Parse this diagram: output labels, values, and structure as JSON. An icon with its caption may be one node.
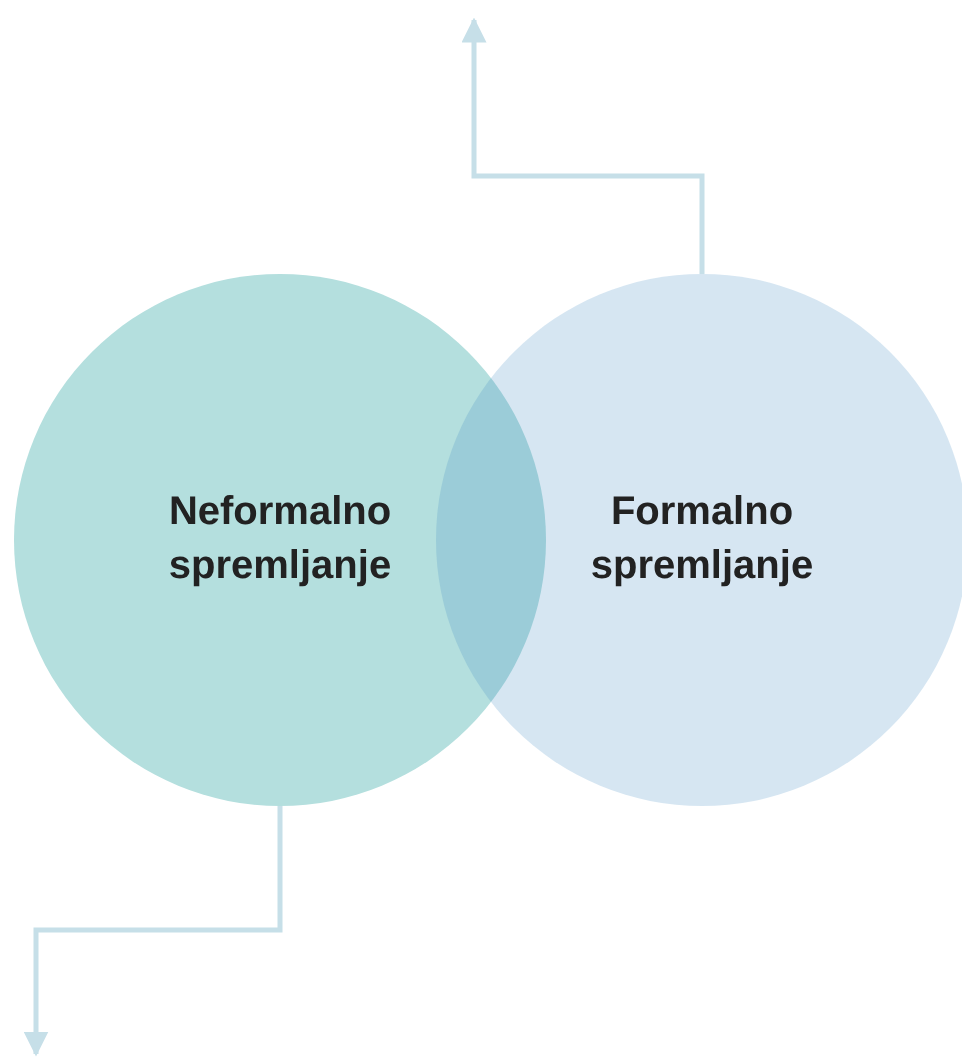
{
  "diagram": {
    "nodes": [
      {
        "text": [
          "Neformalno spremljanje"
        ]
      },
      {
        "text": [
          "Formalno spremljanje"
        ]
      }
    ],
    "edges": [
      {
        "from": 0,
        "to": null,
        "arrow": "to"
      },
      {
        "from": 1,
        "to": null,
        "arrow": "to"
      }
    ]
  }
}
